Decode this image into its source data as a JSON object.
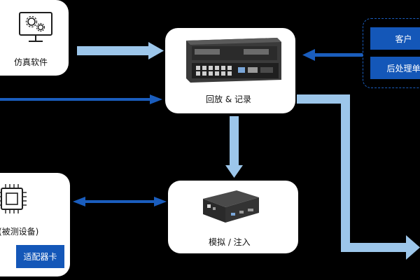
{
  "nodes": {
    "sim_software": {
      "label": "仿真软件",
      "icon": "monitor-gears-icon"
    },
    "replay_record": {
      "label": "回放 & 记录",
      "icon": "rack-server-device"
    },
    "dut": {
      "label": "(被测设备)",
      "icon": "chip-icon"
    },
    "adapter": {
      "label": "适配器卡"
    },
    "sim_inject": {
      "label": "模拟 / 注入",
      "icon": "box-device"
    },
    "client": {
      "labels": [
        "客户",
        "后处理单"
      ]
    }
  },
  "colors": {
    "background": "#000000",
    "card": "#ffffff",
    "arrow_light": "#9cc6ea",
    "arrow_dark": "#1a5dbd",
    "tag": "#1457b8"
  }
}
